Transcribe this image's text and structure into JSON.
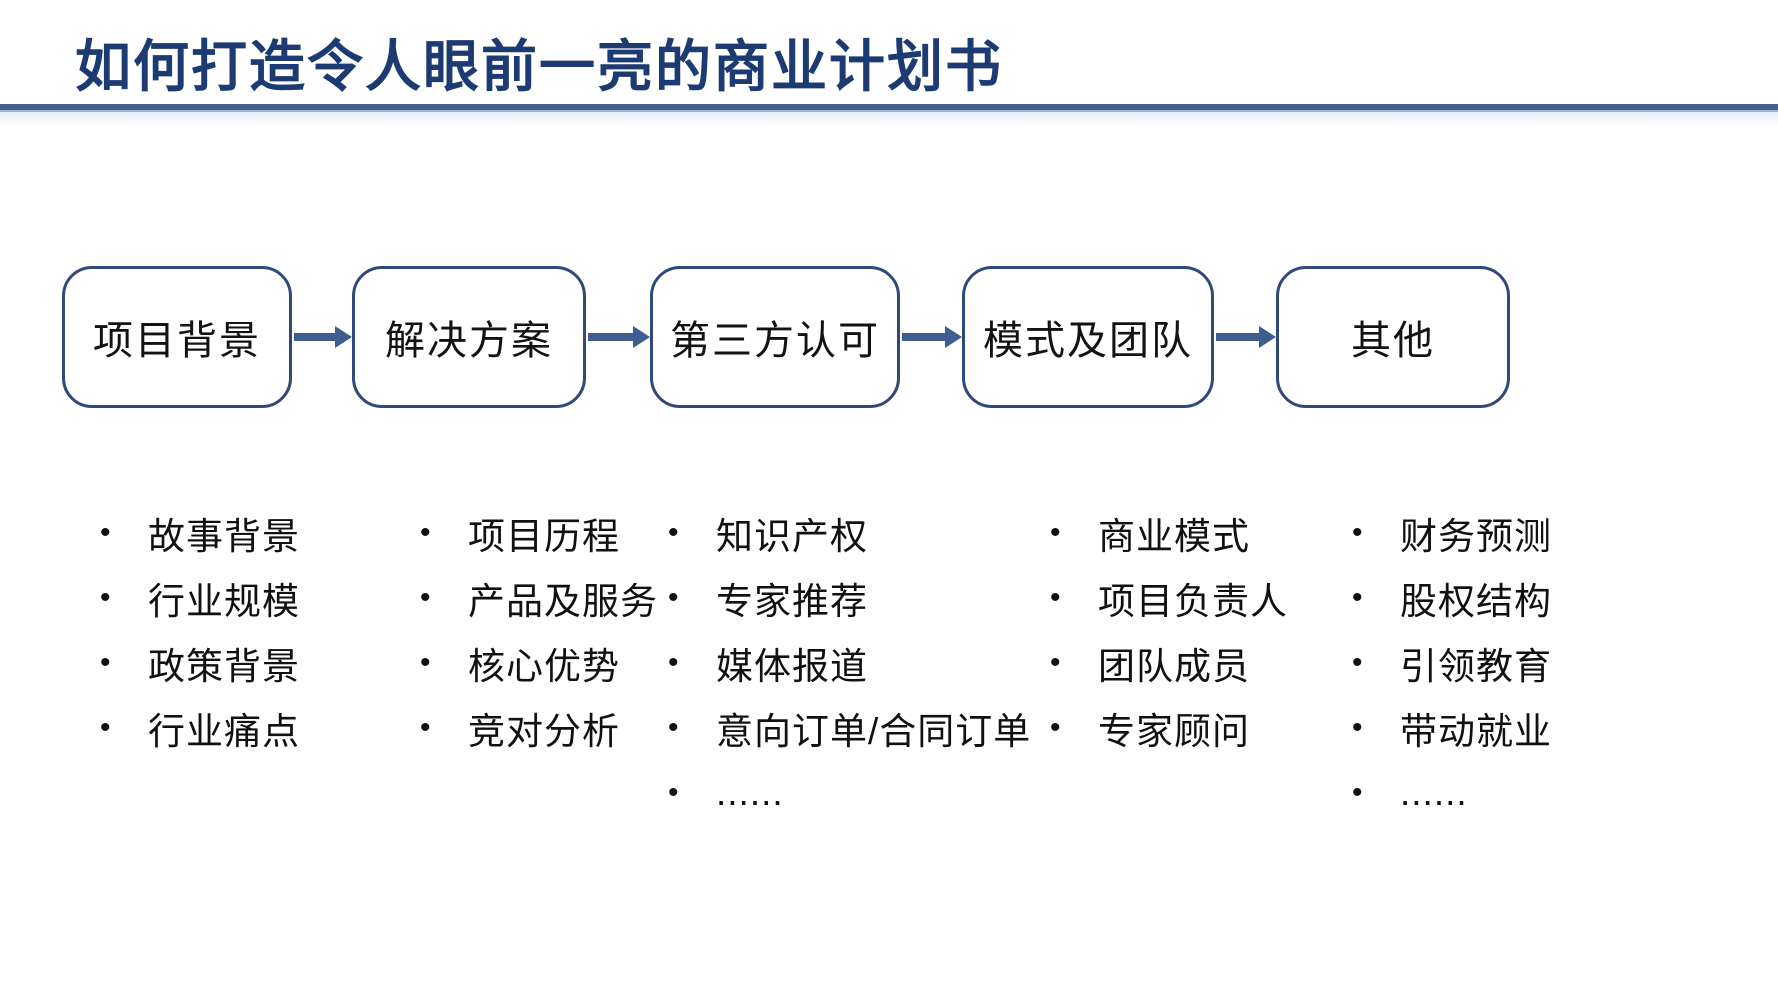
{
  "page": {
    "title": "如何打造令人眼前一亮的商业计划书"
  },
  "flow": {
    "boxes": [
      {
        "label": "项目背景"
      },
      {
        "label": "解决方案"
      },
      {
        "label": "第三方认可"
      },
      {
        "label": "模式及团队"
      },
      {
        "label": "其他"
      }
    ],
    "columns": [
      {
        "items": [
          "故事背景",
          "行业规模",
          "政策背景",
          "行业痛点"
        ]
      },
      {
        "items": [
          "项目历程",
          "产品及服务",
          "核心优势",
          "竞对分析"
        ]
      },
      {
        "items": [
          "知识产权",
          "专家推荐",
          "媒体报道",
          "意向订单/合同订单",
          "......"
        ]
      },
      {
        "items": [
          "商业模式",
          "项目负责人",
          "团队成员",
          "专家顾问"
        ]
      },
      {
        "items": [
          "财务预测",
          "股权结构",
          "引领教育",
          "带动就业",
          "......"
        ]
      }
    ]
  },
  "bullet_char": "•",
  "colors": {
    "title": "#1C3B72",
    "divider": "#44608F",
    "box_border": "#2F4A7A",
    "arrow": "#3E5E92",
    "body_text": "#111111"
  }
}
